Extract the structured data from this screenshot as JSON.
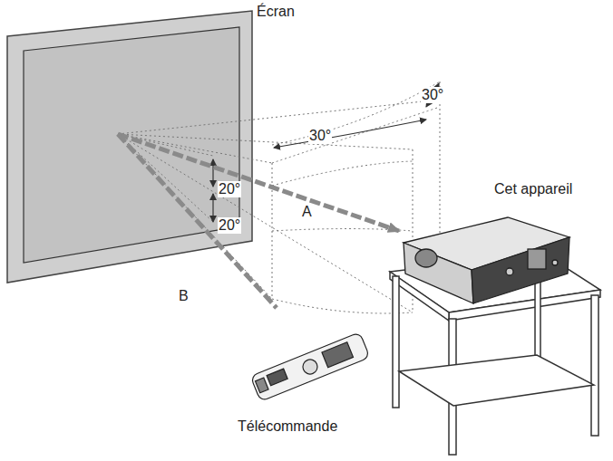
{
  "diagram": {
    "labels": [
      "Écran",
      "30°",
      "30°",
      "20°",
      "20°",
      "A",
      "B",
      "Cet appareil",
      "Télécommande"
    ]
  }
}
